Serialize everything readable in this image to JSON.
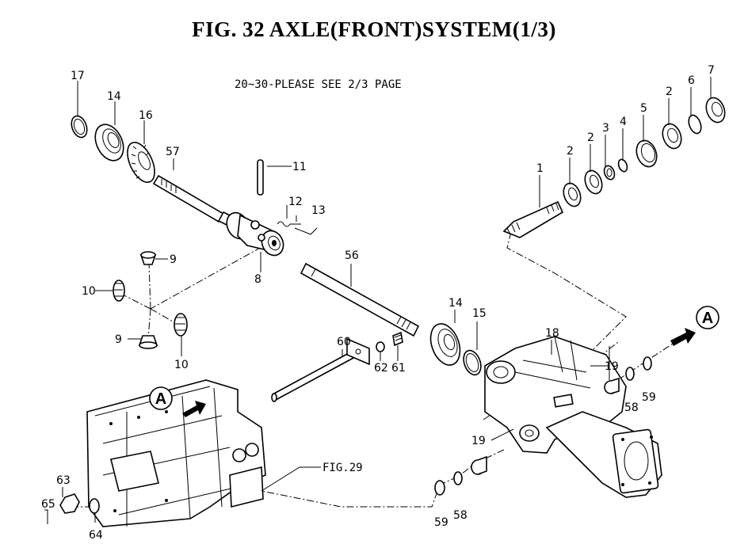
{
  "title": "FIG. 32  AXLE(FRONT)SYSTEM(1/3)",
  "note": "20~30-PLEASE SEE 2/3 PAGE",
  "reference": "FIG.29",
  "view_marker": "A",
  "callouts": {
    "c1": "1",
    "c2a": "2",
    "c2b": "2",
    "c2c": "2",
    "c3": "3",
    "c4": "4",
    "c5": "5",
    "c6": "6",
    "c7": "7",
    "c8": "8",
    "c9a": "9",
    "c9b": "9",
    "c10a": "10",
    "c10b": "10",
    "c11": "11",
    "c12": "12",
    "c13": "13",
    "c14a": "14",
    "c14b": "14",
    "c15": "15",
    "c16": "16",
    "c17": "17",
    "c18": "18",
    "c19a": "19",
    "c19b": "19",
    "c56": "56",
    "c57": "57",
    "c58a": "58",
    "c58b": "58",
    "c59a": "59",
    "c59b": "59",
    "c60": "60",
    "c61": "61",
    "c62": "62",
    "c63": "63",
    "c64": "64",
    "c65": "65"
  }
}
